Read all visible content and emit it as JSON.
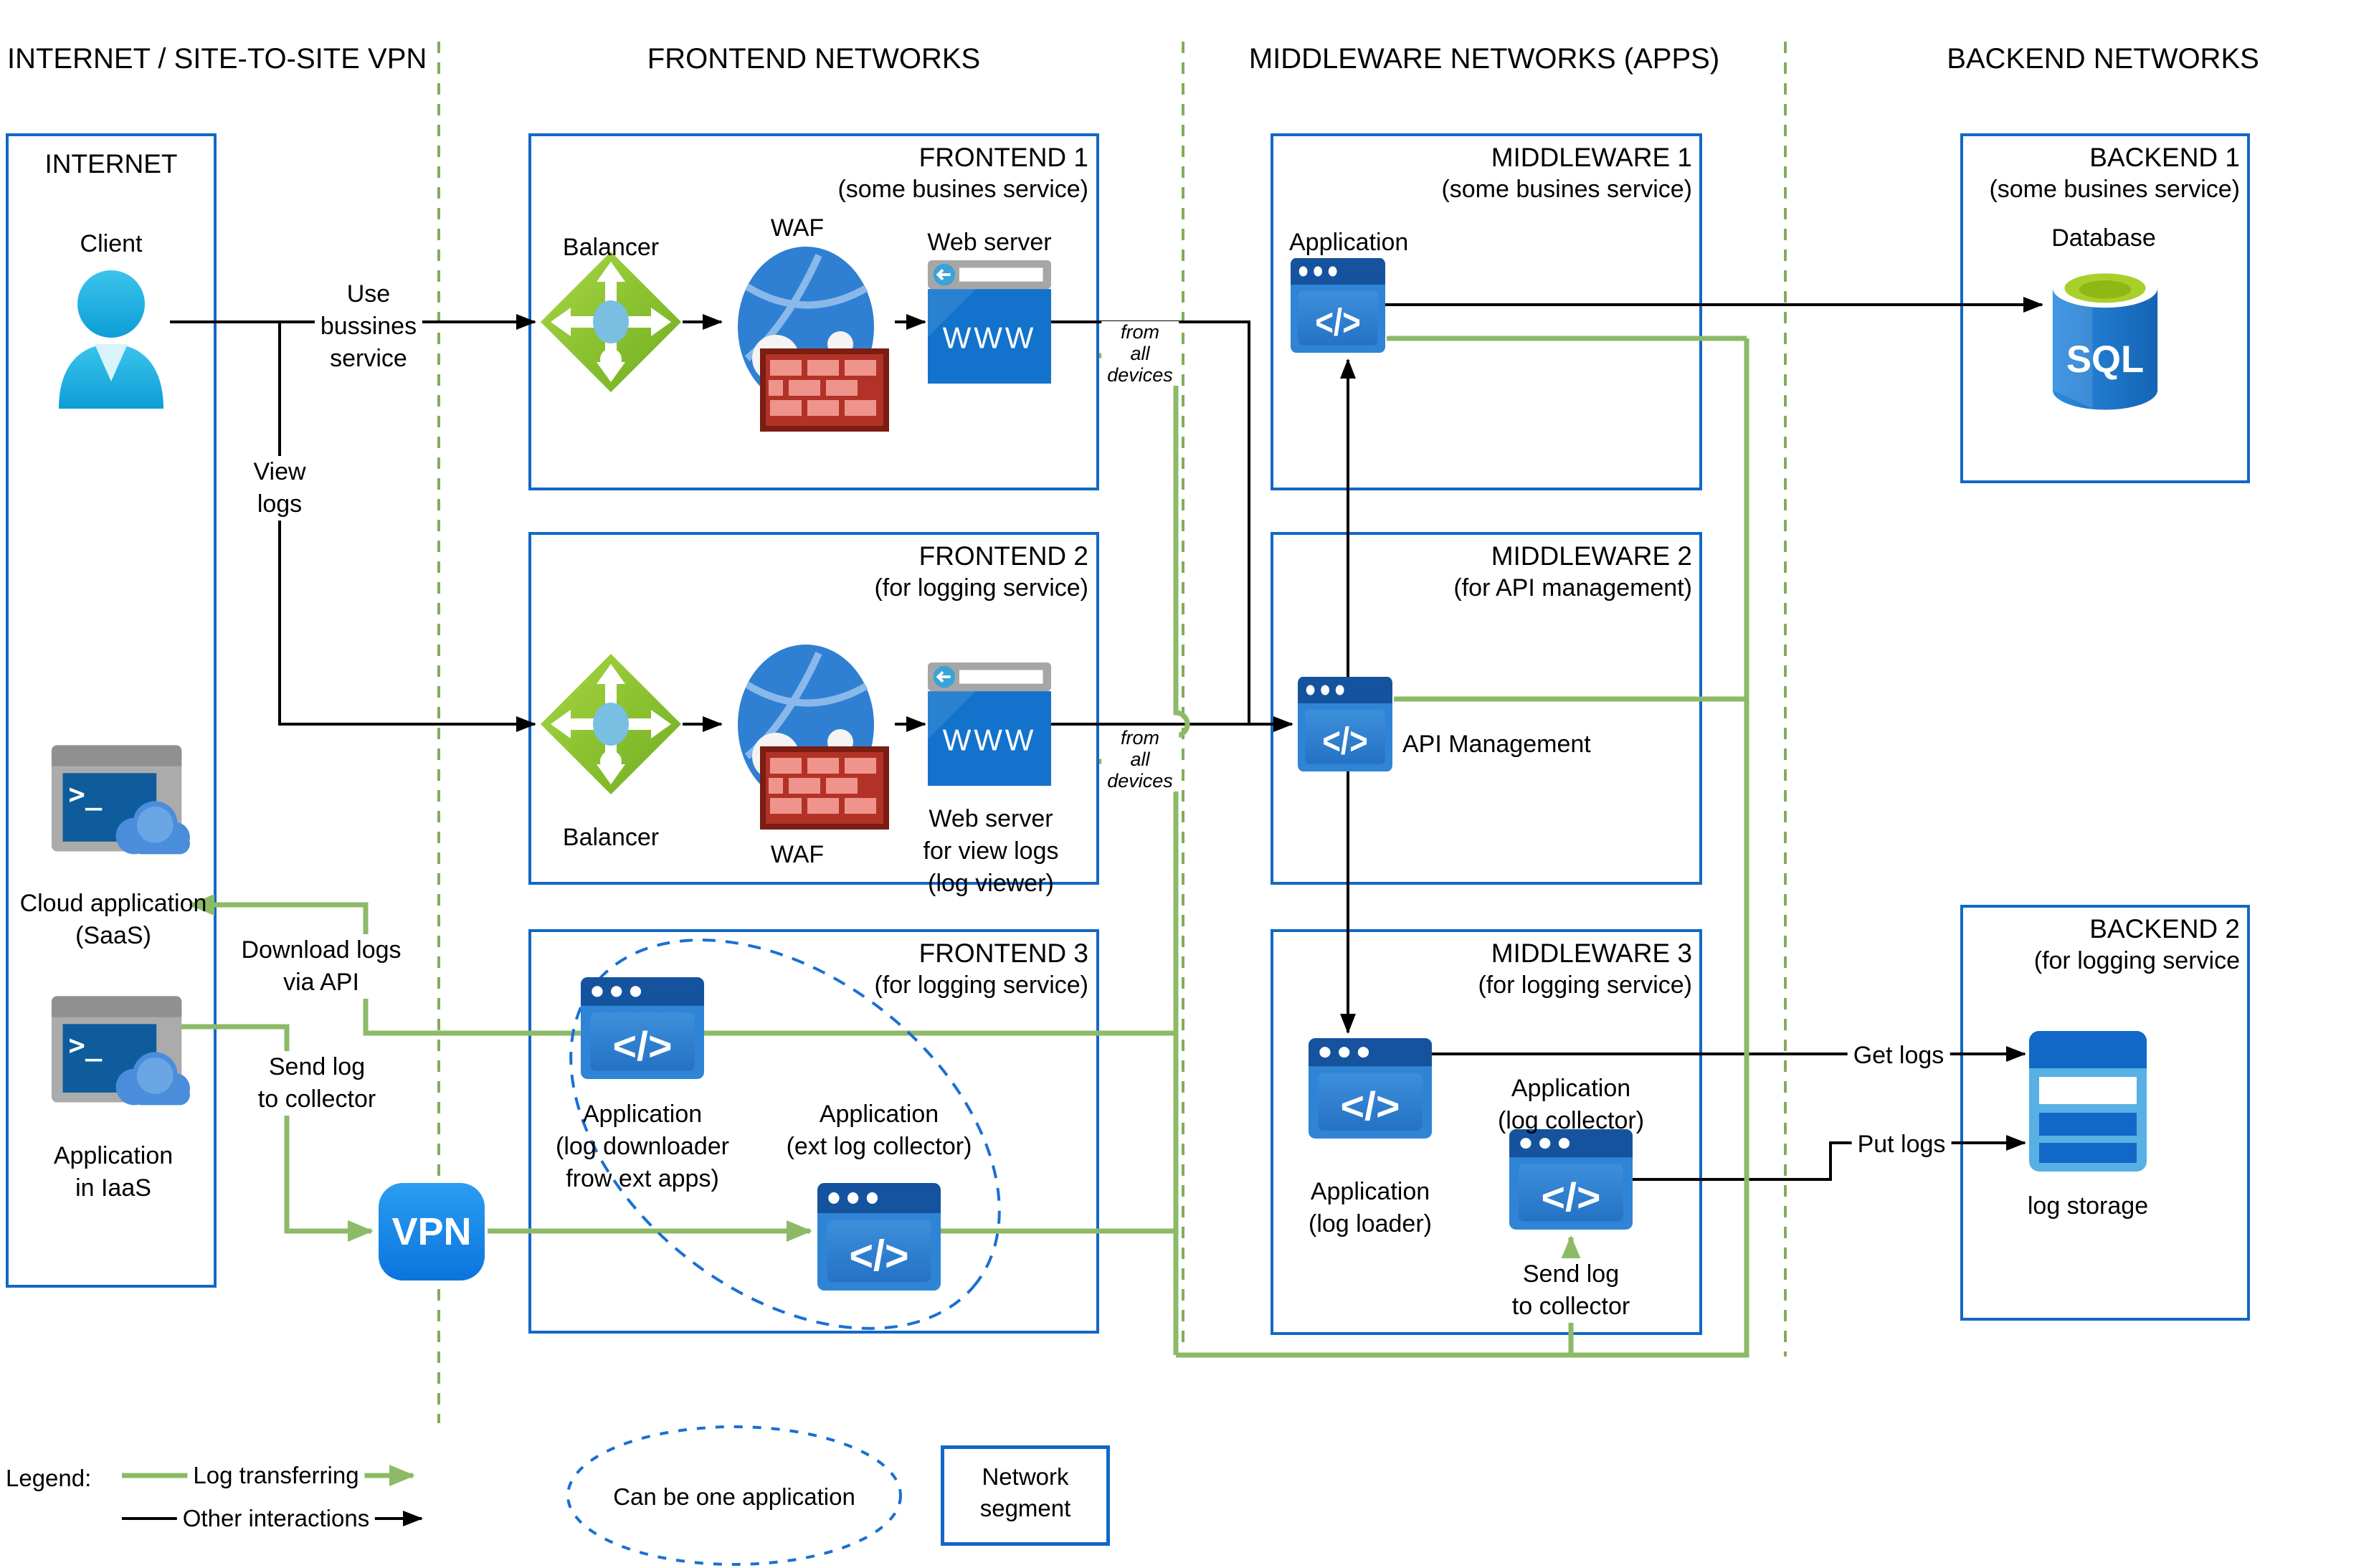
{
  "headers": {
    "internet": "INTERNET / SITE-TO-SITE VPN",
    "frontend": "FRONTEND NETWORKS",
    "middleware": "MIDDLEWARE NETWORKS (APPS)",
    "backend": "BACKEND NETWORKS"
  },
  "boxes": {
    "internet": {
      "title": "INTERNET"
    },
    "frontend1": {
      "title": "FRONTEND 1",
      "subtitle": "(some busines service)"
    },
    "frontend2": {
      "title": "FRONTEND 2",
      "subtitle": "(for logging service)"
    },
    "frontend3": {
      "title": "FRONTEND 3",
      "subtitle": "(for logging service)"
    },
    "middleware1": {
      "title": "MIDDLEWARE 1",
      "subtitle": "(some busines service)"
    },
    "middleware2": {
      "title": "MIDDLEWARE 2",
      "subtitle": "(for API management)"
    },
    "middleware3": {
      "title": "MIDDLEWARE 3",
      "subtitle": "(for logging service)"
    },
    "backend1": {
      "title": "BACKEND 1",
      "subtitle": "(some busines service)"
    },
    "backend2": {
      "title": "BACKEND 2",
      "subtitle": "(for logging service"
    }
  },
  "nodes": {
    "client": "Client",
    "saas": [
      "Cloud application",
      "(SaaS)"
    ],
    "iaas": [
      "Application",
      "in IaaS"
    ],
    "balancer1": "Balancer",
    "waf1": "WAF",
    "web1": "Web server",
    "balancer2": "Balancer",
    "waf2": "WAF",
    "web2": [
      "Web server",
      "for view logs",
      "(log viewer)"
    ],
    "vpn": "VPN",
    "downloader": [
      "Application",
      "(log downloader",
      "frow ext apps)"
    ],
    "ext_collector": [
      "Application",
      "(ext log collector)"
    ],
    "mw1_app": "Application",
    "mw2_app": "API Management",
    "loader": [
      "Application",
      "(log loader)"
    ],
    "collector": [
      "Application",
      "(log collector)"
    ],
    "database": "Database",
    "sql": "SQL",
    "www": "WWW",
    "storage": "log storage"
  },
  "edges": {
    "use_business": [
      "Use",
      "bussines",
      "service"
    ],
    "view_logs": [
      "View",
      "logs"
    ],
    "download": [
      "Download logs",
      "via API"
    ],
    "send_left": [
      "Send log",
      "to collector"
    ],
    "from_all_1": [
      "from",
      "all",
      "devices"
    ],
    "from_all_2": [
      "from",
      "all",
      "devices"
    ],
    "get_logs": "Get logs",
    "put_logs": "Put logs",
    "send_mw": [
      "Send log",
      "to collector"
    ]
  },
  "legend": {
    "title": "Legend:",
    "log_transfer": "Log transferring",
    "other": "Other interactions",
    "one_app": "Can be one application",
    "segment": [
      "Network",
      "segment"
    ]
  },
  "icons": {
    "code_glyph": "</>",
    "prompt_glyph": ">_"
  },
  "colors": {
    "box_border": "#1268c6",
    "log_green": "#8cba67",
    "divider_green": "#82ad58",
    "dashed_blue": "#1a6fd4",
    "black": "#000000"
  }
}
